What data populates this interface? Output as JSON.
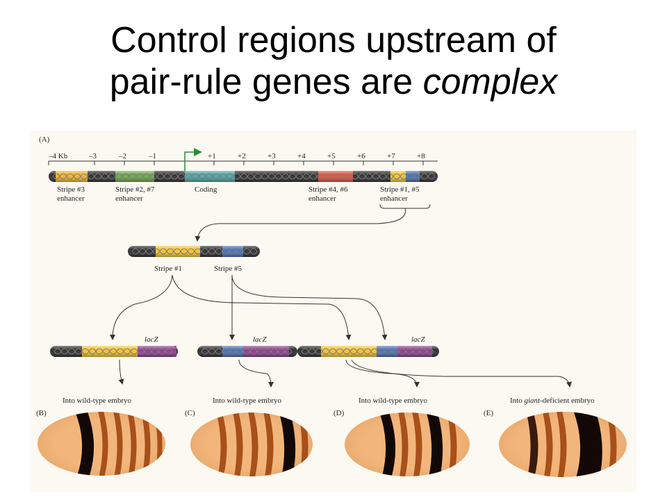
{
  "slide": {
    "title_line1": "Control regions upstream of",
    "title_line2_prefix": "pair-rule genes are ",
    "title_line2_emph": "complex"
  },
  "figure": {
    "panel_a_label": "(A)",
    "ruler_ticks": [
      "–4 Kb",
      "–3",
      "–2",
      "–1",
      "+1",
      "+2",
      "+3",
      "+4",
      "+5",
      "+6",
      "+7",
      "+8"
    ],
    "regions": {
      "stripe3": [
        "Stripe #3",
        "enhancer"
      ],
      "stripe27": [
        "Stripe #2, #7",
        "enhancer"
      ],
      "coding": "Coding",
      "stripe46": [
        "Stripe #4, #6",
        "enhancer"
      ],
      "stripe15": [
        "Stripe #1, #5",
        "enhancer"
      ]
    },
    "sub_labels": {
      "stripe1": "Stripe #1",
      "stripe5": "Stripe #5"
    },
    "reporter": "lacZ",
    "injections": {
      "b": "Into wild-type embryo",
      "c": "Into wild-type embryo",
      "d": "Into wild-type embryo",
      "e_prefix": "Into ",
      "e_emph": "giant",
      "e_suffix": "-deficient embryo"
    },
    "panel_labels": {
      "b": "(B)",
      "c": "(C)",
      "d": "(D)",
      "e": "(E)"
    },
    "colors": {
      "dna_dark": "#2f2f2f",
      "stripe3": "#f2b431",
      "stripe27": "#6fa84a",
      "coding": "#4ea5a5",
      "stripe46": "#e0523e",
      "stripe1": "#f4c433",
      "stripe5": "#4a6fb5",
      "lacz": "#8e3d8c",
      "promoter_arrow": "#2e8b3a",
      "embryo_base": "#f0b177",
      "embryo_stripe": "#a8501a",
      "embryo_dark": "#120806"
    }
  }
}
